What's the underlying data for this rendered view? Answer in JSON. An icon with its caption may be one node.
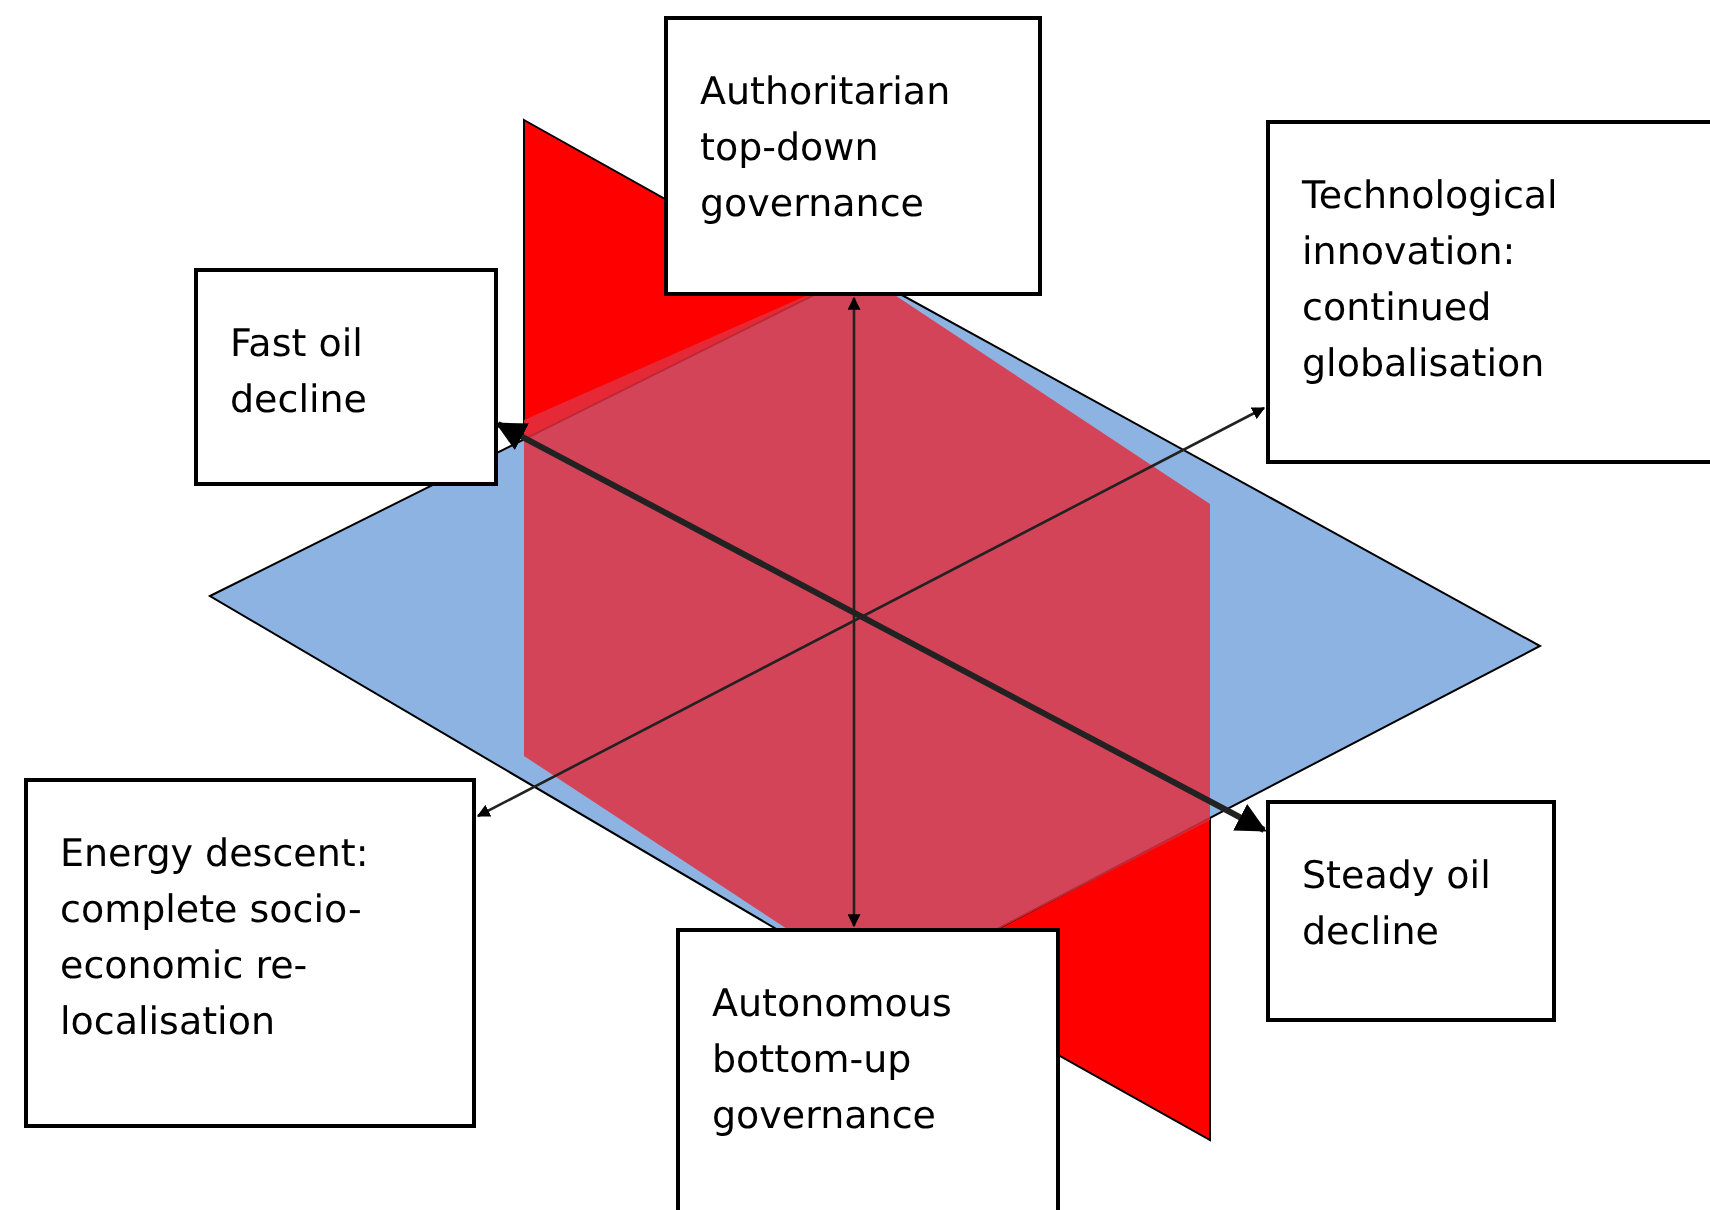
{
  "diagram": {
    "nodes": [
      {
        "text": [
          "Authoritarian top-down governance"
        ]
      },
      {
        "text": [
          "Fast oil decline"
        ]
      },
      {
        "text": [
          "Technological innovation: continued globalisation"
        ]
      },
      {
        "text": [
          "Energy descent: complete socio-economic re-localisation"
        ]
      },
      {
        "text": [
          "Steady oil decline"
        ]
      },
      {
        "text": [
          "Autonomous bottom-up governance"
        ]
      }
    ],
    "edges": [
      {
        "from": 1,
        "to": 4,
        "arrow": "both",
        "style": "thick"
      },
      {
        "from": 0,
        "to": 5,
        "arrow": "both"
      },
      {
        "from": 2,
        "to": 3,
        "arrow": "both"
      }
    ]
  }
}
